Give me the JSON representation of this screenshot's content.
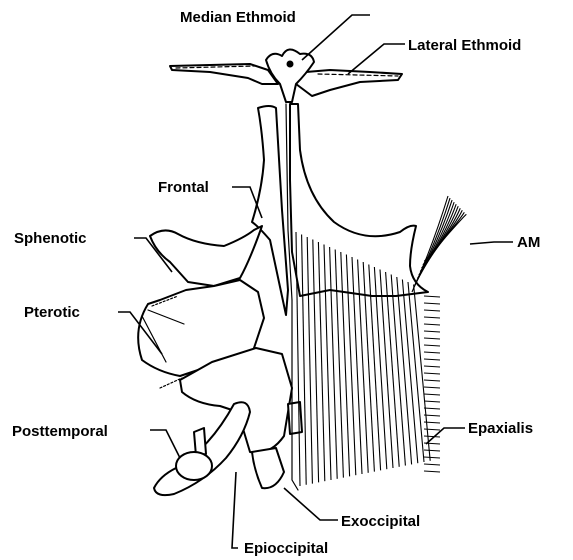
{
  "labels": {
    "median_ethmoid": "Median Ethmoid",
    "lateral_ethmoid": "Lateral Ethmoid",
    "frontal": "Frontal",
    "sphenotic": "Sphenotic",
    "am": "AM",
    "pterotic": "Pterotic",
    "posttemporal": "Posttemporal",
    "epaxialis": "Epaxialis",
    "exoccipital": "Exoccipital",
    "epioccipital": "Epioccipital"
  },
  "colors": {
    "line": "#000000",
    "background": "#ffffff"
  }
}
